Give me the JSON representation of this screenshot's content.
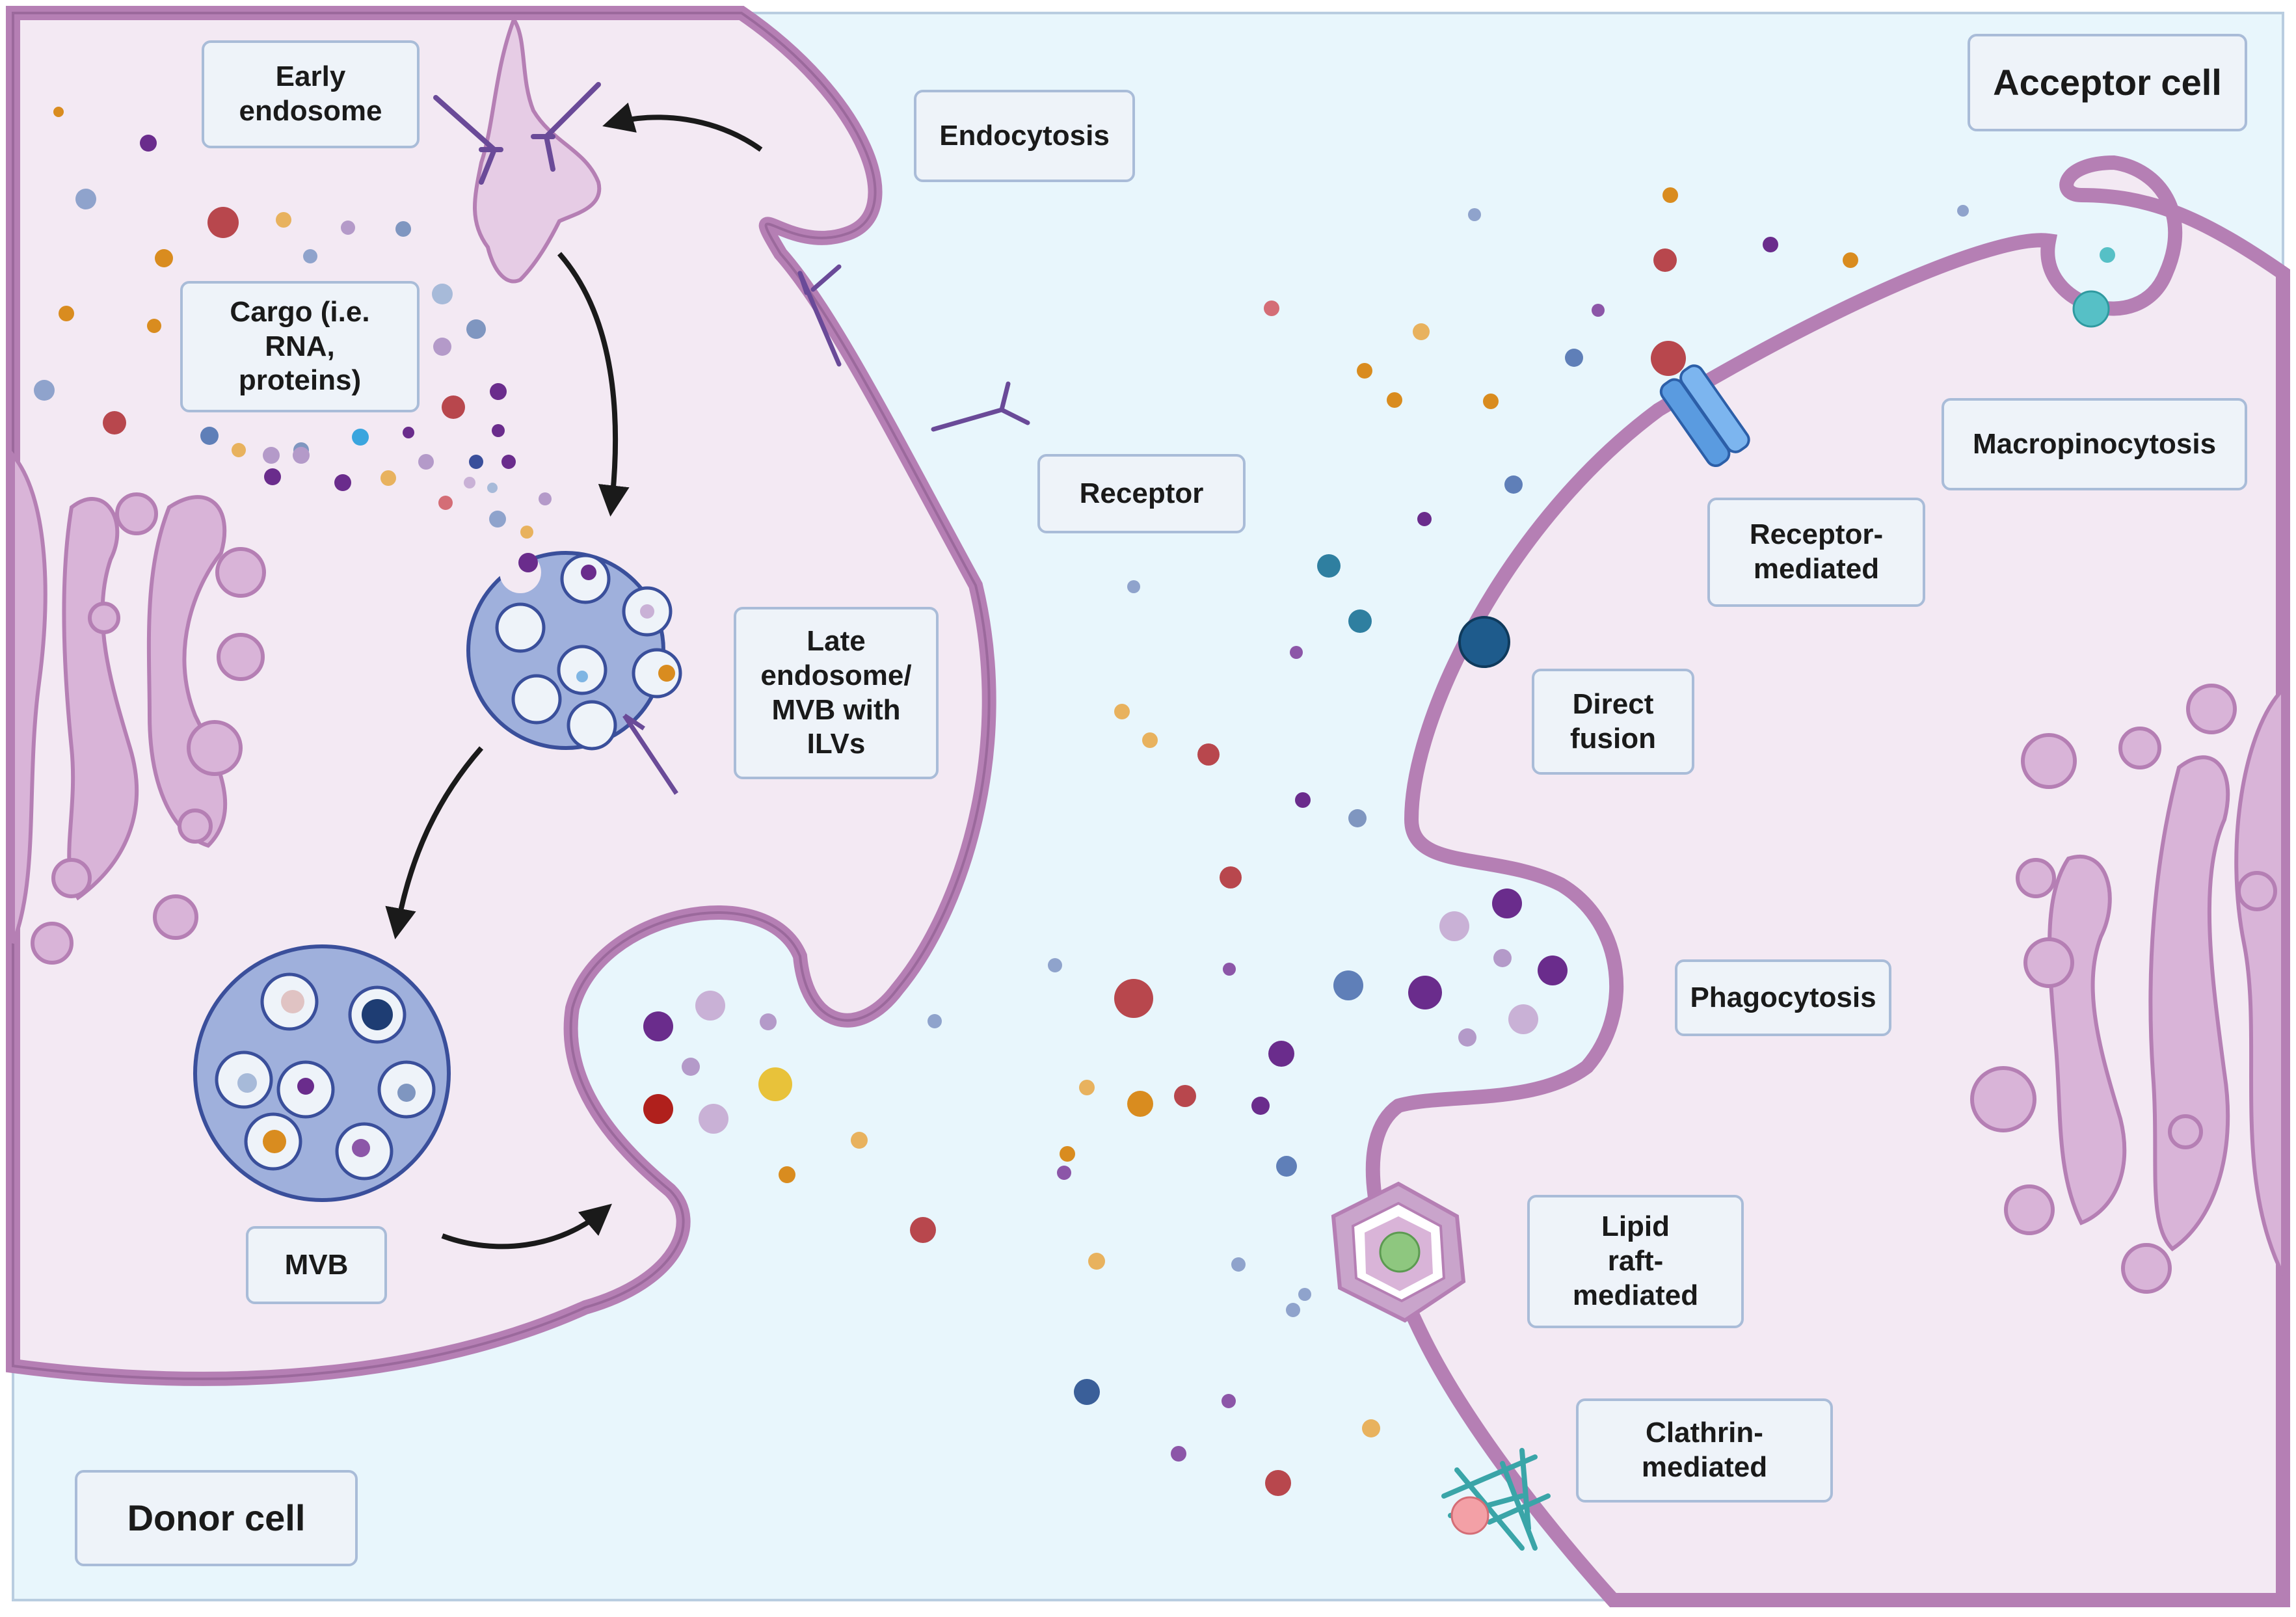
{
  "labels": {
    "early_endosome": "Early\nendosome",
    "endocytosis": "Endocytosis",
    "acceptor_cell": "Acceptor cell",
    "cargo": "Cargo (i.e.\nRNA,\nproteins)",
    "receptor": "Receptor",
    "macropinocytosis": "Macropinocytosis",
    "receptor_mediated": "Receptor-\nmediated",
    "late_endosome": "Late\nendosome/\nMVB with\nILVs",
    "direct_fusion": "Direct\nfusion",
    "phagocytosis": "Phagocytosis",
    "mvb": "MVB",
    "lipid_raft": "Lipid\nraft-\nmediated",
    "clathrin": "Clathrin-\nmediated",
    "donor_cell": "Donor cell"
  },
  "colors": {
    "extracellular": "#e8f6fc",
    "cell_cytoplasm": "#f3e9f3",
    "membrane": "#b57fb4",
    "membrane_edge": "#8a5a8c",
    "golgi": "#d9b4d8",
    "mvb_fill": "#9fb0dc",
    "mvb_edge": "#3a4f9b",
    "label_fill": "#eef3f9",
    "label_border": "#a9bcd8",
    "arrow": "#1a1a1a"
  },
  "icons": [
    "early-endosome-icon",
    "mvb-icon",
    "receptor-icon",
    "channel-protein-icon",
    "clathrin-icon",
    "lipid-raft-icon",
    "golgi-icon",
    "vesicle-icon",
    "arrow-icon"
  ]
}
